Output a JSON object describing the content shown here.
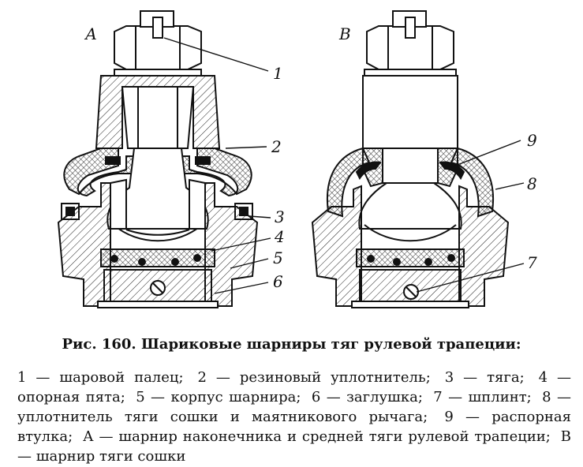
{
  "figure": {
    "caption": "Рис. 160. Шариковые шарниры тяг рулевой трапеции:",
    "legend": [
      "1 — шаровой палец;",
      "2 — резиновый уплотнитель;",
      "3 — тяга;",
      "4 — опорная пята;",
      "5 — корпус шарнира;",
      "6 — заглушка;",
      "7 — шплинт;",
      "8 — уплотнитель тяги сошки и маятникового рычага;",
      "9 — распорная втулка;",
      "А — шарнир наконечника и средней тяги рулевой трапеции;",
      "В — шарнир тяги сошки"
    ]
  },
  "views": {
    "a": {
      "letter": "А",
      "callouts": [
        "1",
        "2",
        "3",
        "4",
        "5",
        "6"
      ]
    },
    "b": {
      "letter": "В",
      "callouts": [
        "9",
        "8",
        "7"
      ]
    }
  }
}
